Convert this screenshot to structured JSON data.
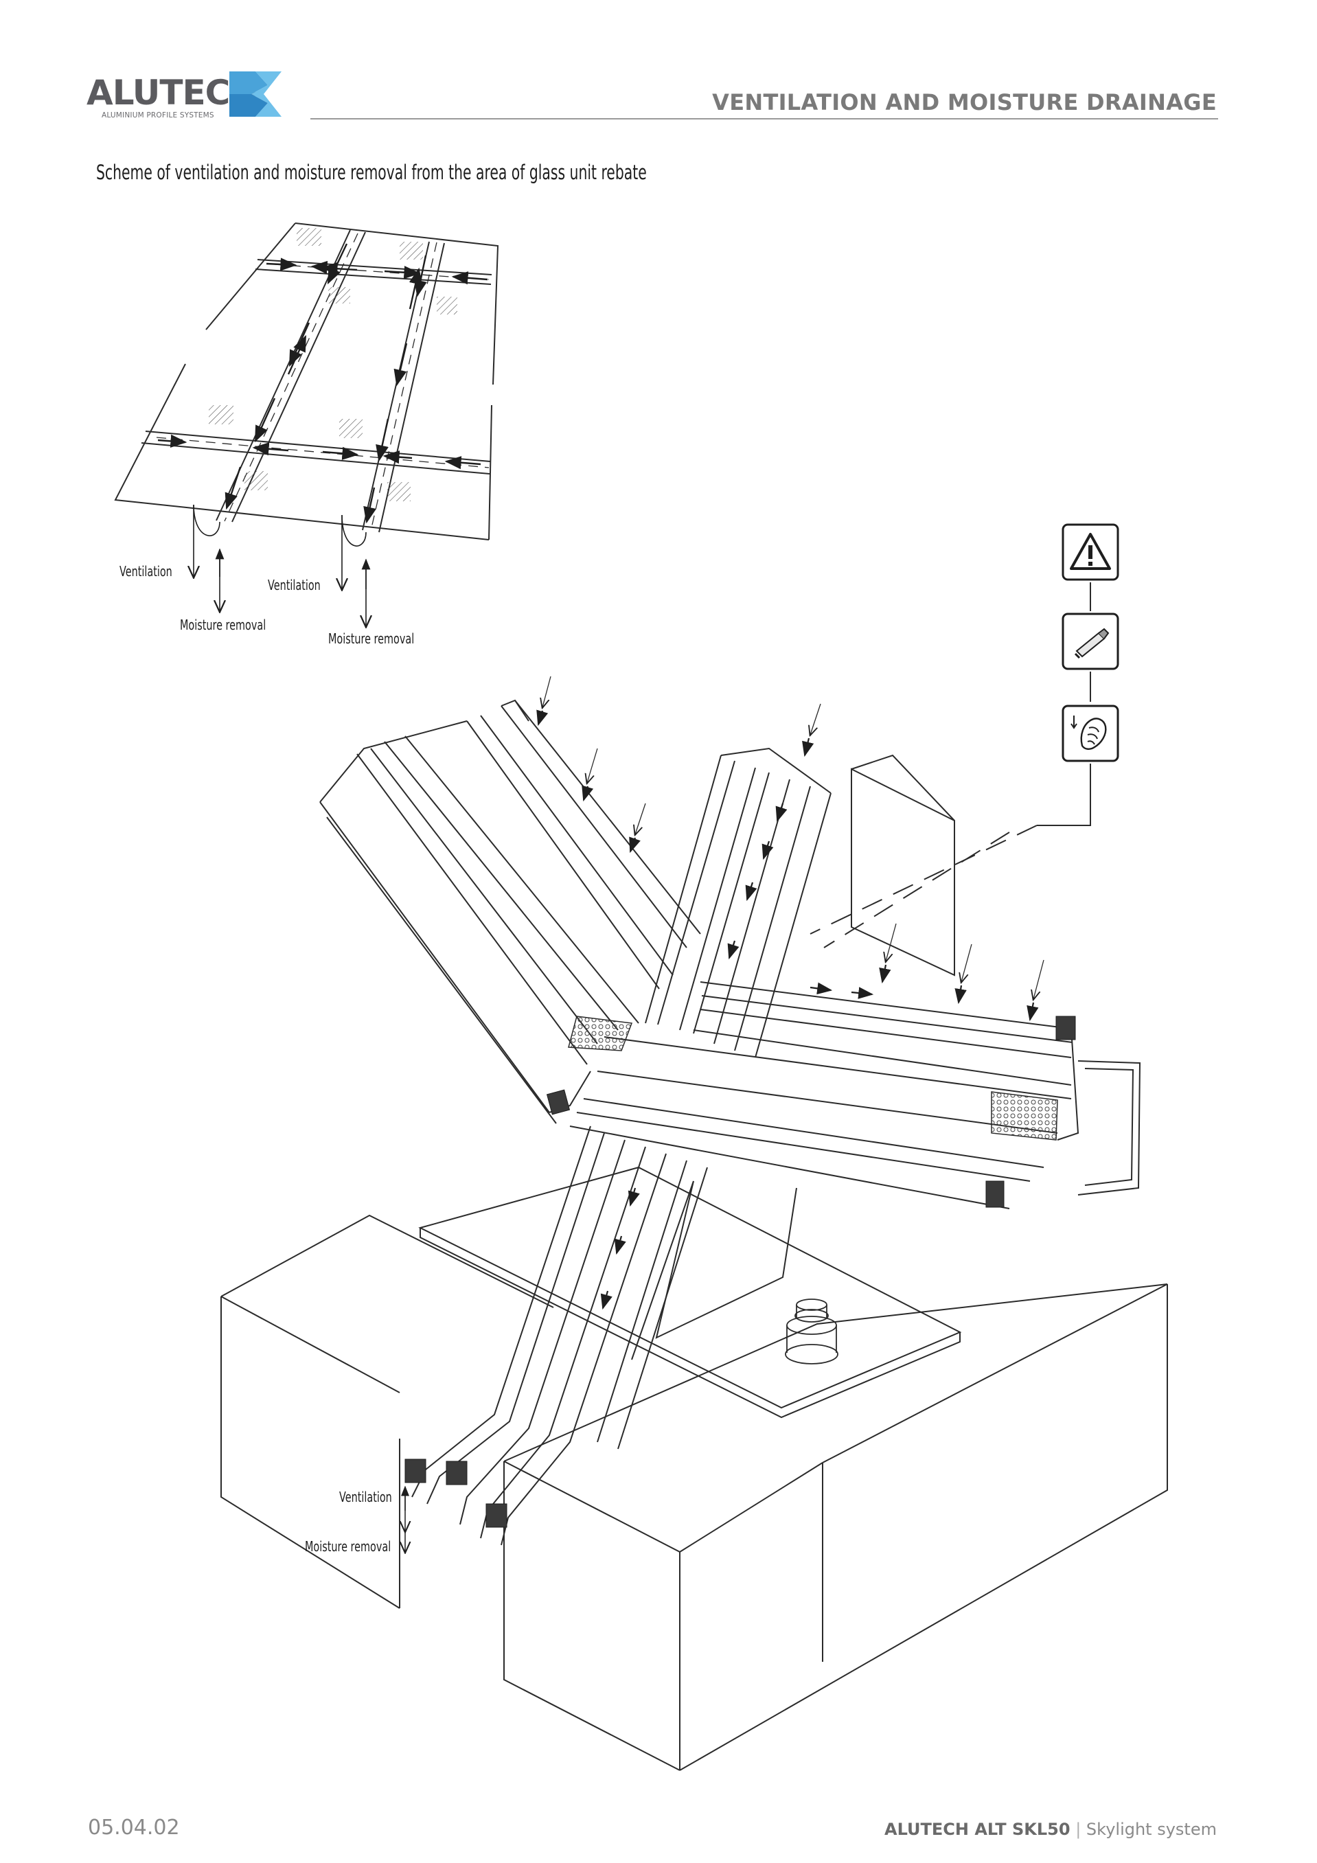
{
  "header": {
    "logo_word": "ALUTECH",
    "logo_subtitle": "ALUMINIUM PROFILE SYSTEMS",
    "section_title": "VENTILATION AND MOISTURE DRAINAGE"
  },
  "caption": "Scheme of ventilation and moisture removal from the area of glass unit rebate",
  "labels": {
    "ventilation": "Ventilation",
    "moisture_removal": "Moisture removal"
  },
  "icons": [
    "warning-icon",
    "sealant-tube-icon",
    "hand-drainage-icon"
  ],
  "colors": {
    "logo_blue": "#4aa3d9",
    "line": "#3a3a3a"
  },
  "footer": {
    "page_number": "05.04.02",
    "product": "ALUTECH ALT SKL50",
    "separator": "|",
    "product_type": "Skylight system"
  }
}
